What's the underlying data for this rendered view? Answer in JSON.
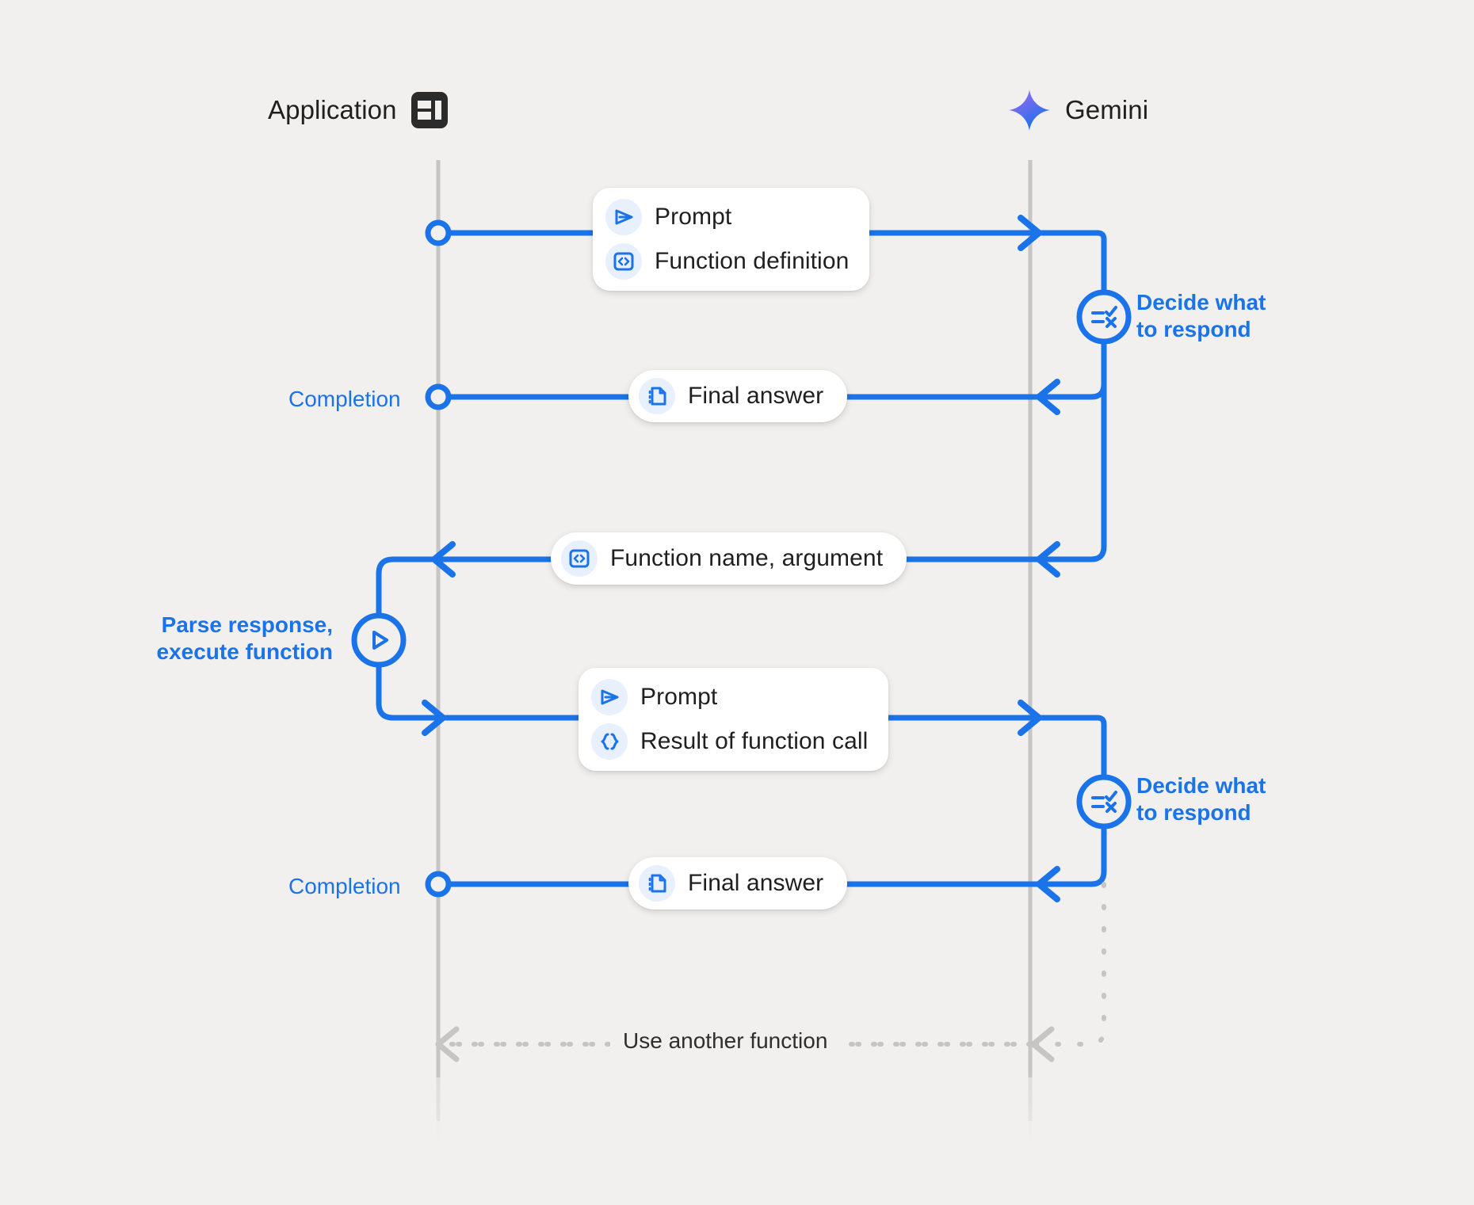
{
  "meta": {
    "background": "#f1f0ee",
    "accent": "#1a73e8",
    "muted": "#c4c4c4",
    "text_dark": "#1f1f1f"
  },
  "lanes": [
    {
      "id": "application",
      "title": "Application",
      "icon": "application-layout-icon"
    },
    {
      "id": "gemini",
      "title": "Gemini",
      "icon": "gemini-sparkle-icon"
    }
  ],
  "messages": [
    {
      "id": "request-1",
      "rows": [
        {
          "label": "Prompt",
          "icon": "send-triangle-icon"
        },
        {
          "label": "Function definition",
          "icon": "code-brackets-icon"
        }
      ]
    },
    {
      "id": "final-answer-1",
      "rows": [
        {
          "label": "Final answer",
          "icon": "document-icon"
        }
      ]
    },
    {
      "id": "function-call",
      "rows": [
        {
          "label": "Function name,  argument",
          "icon": "code-brackets-icon"
        }
      ]
    },
    {
      "id": "request-2",
      "rows": [
        {
          "label": "Prompt",
          "icon": "send-triangle-icon"
        },
        {
          "label": "Result of function call",
          "icon": "curly-braces-icon"
        }
      ]
    },
    {
      "id": "final-answer-2",
      "rows": [
        {
          "label": "Final answer",
          "icon": "document-icon"
        }
      ]
    }
  ],
  "captions": {
    "decide_1": "Decide what\nto respond",
    "decide_1_line1": "Decide what",
    "decide_1_line2": "to respond",
    "decide_2_line1": "Decide what",
    "decide_2_line2": "to respond",
    "parse_line1": "Parse response,",
    "parse_line2": "execute function",
    "completion_1": "Completion",
    "completion_2": "Completion",
    "loop": "Use another function"
  },
  "nodes": [
    {
      "id": "decide-1",
      "icon": "checklist-decide-icon"
    },
    {
      "id": "parse-execute",
      "icon": "play-triangle-icon"
    },
    {
      "id": "decide-2",
      "icon": "checklist-decide-icon"
    }
  ]
}
